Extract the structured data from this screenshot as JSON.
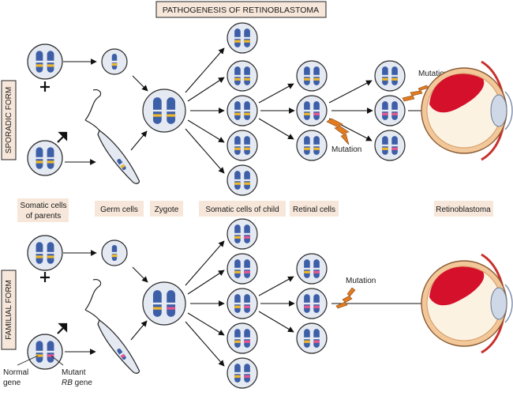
{
  "title": "PATHOGENESIS OF RETINOBLASTOMA",
  "side_labels": {
    "sporadic": "SPORADIC FORM",
    "familial": "FAMILIAL FORM"
  },
  "column_labels": {
    "parents_line1": "Somatic cells",
    "parents_line2": "of parents",
    "germ": "Germ cells",
    "zygote": "Zygote",
    "child": "Somatic cells of child",
    "retinal": "Retinal cells",
    "tumor": "Retinoblastoma"
  },
  "annotations": {
    "mutation": "Mutation",
    "normal_gene_1": "Normal",
    "normal_gene_2": "gene",
    "mutant_gene_1": "Mutant",
    "mutant_gene_2_em": "RB",
    "mutant_gene_2_rest": " gene"
  },
  "colors": {
    "chromosome": "#3d5fa8",
    "normal_band": "#f0b82a",
    "mutant_band": "#e8578f",
    "cell_fill": "#e4e9f2",
    "cell_stroke": "#2a2a2a",
    "label_bg": "#f7e7da",
    "mutation_bolt": "#e07b22",
    "tumor": "#d4102a",
    "eye_outer": "#f2c79a"
  },
  "icons": {
    "female": "female-symbol-icon",
    "male": "male-symbol-icon",
    "mutation": "lightning-bolt-icon",
    "eye": "eye-tumor-icon"
  }
}
